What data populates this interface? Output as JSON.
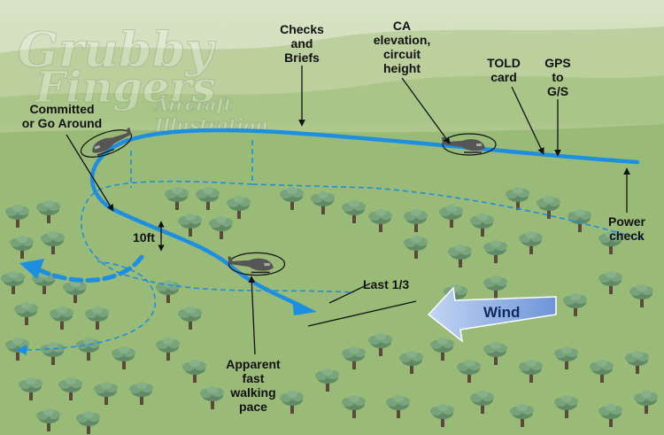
{
  "labels": {
    "checks_briefs": [
      "Checks",
      "and",
      "Briefs"
    ],
    "ca_elevation": [
      "CA",
      "elevation,",
      "circuit",
      "height"
    ],
    "told": [
      "TOLD",
      "card"
    ],
    "gps": [
      "GPS",
      "to",
      "G/S"
    ],
    "committed": [
      "Committed",
      "or Go Around"
    ],
    "power_check": [
      "Power",
      "check"
    ],
    "height_marker": "10ft",
    "last_third": "Last 1/3",
    "wind": "Wind",
    "apparent_pace": [
      "Apparent",
      "fast",
      "walking",
      "pace"
    ]
  },
  "watermark": {
    "line1": "Grubby",
    "line2": "Fingers",
    "line3": "Aircraft",
    "line4": "Illustration"
  },
  "colors": {
    "flight_path": "#1d8fe0",
    "wind_arrow": "#8fb2e8",
    "sky_hills": "#c9d8b4",
    "ground": "#9fbe7a",
    "tree_canopy": "#6f9a73",
    "trunk": "#5a4a3a"
  },
  "icons": [
    "helicopter-icon",
    "tree-icon",
    "wind-arrow-icon"
  ]
}
